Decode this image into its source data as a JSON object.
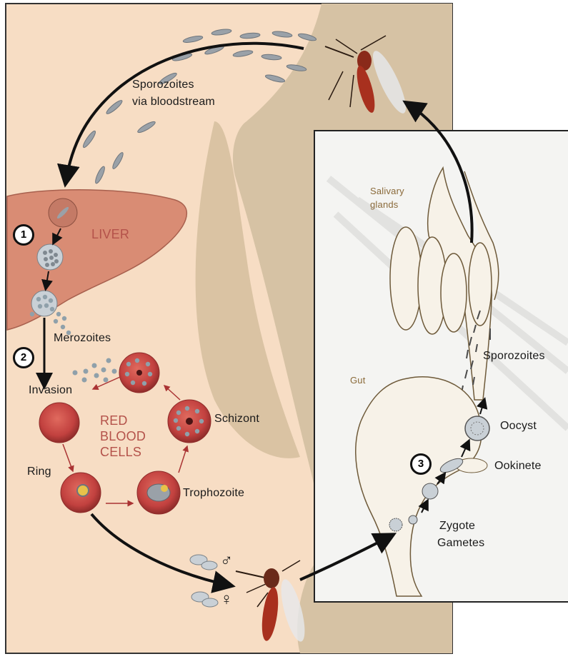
{
  "labels": {
    "sporozoites_blood": "Sporozoites\nvia bloodstream",
    "liver": "LIVER",
    "merozoites": "Merozoites",
    "invasion": "Invasion",
    "red_blood_cells": "RED\nBLOOD\nCELLS",
    "schizont": "Schizont",
    "ring": "Ring",
    "trophozoite": "Trophozoite",
    "salivary_glands": "Salivary\nglands",
    "sporozoites_mosquito": "Sporozoites",
    "gut": "Gut",
    "oocyst": "Oocyst",
    "ookinete": "Ookinete",
    "zygote": "Zygote",
    "gametes": "Gametes",
    "male_symbol": "♂",
    "female_symbol": "♀"
  },
  "steps": [
    "1",
    "2",
    "3"
  ],
  "colors": {
    "skin": "#f7ddc4",
    "body_shadow": "#d6c2a4",
    "liver": "#d98c74",
    "rbc": "#c2413f",
    "panel": "#f4f4f2",
    "arrow": "#111111",
    "text_red": "#b4524a"
  }
}
